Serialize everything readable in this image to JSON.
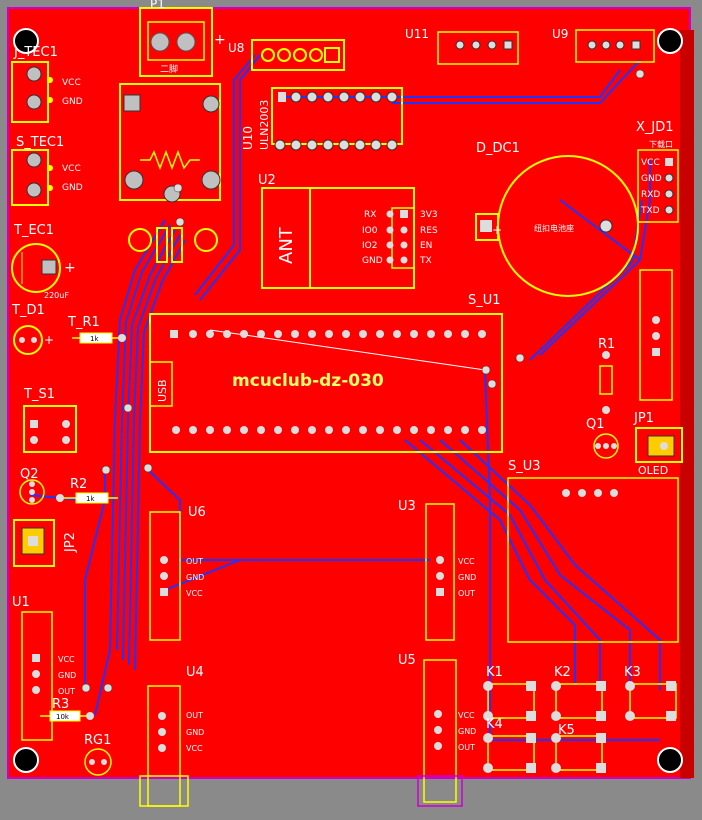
{
  "board": {
    "title": "mcuclub-dz-030",
    "colors": {
      "board": "#ff0000",
      "overlay": "#ffff00",
      "trace": "#2233ff",
      "bg": "#8a8a8a"
    }
  },
  "designators": {
    "p1": "P1",
    "u8": "U8",
    "u11": "U11",
    "u9": "U9",
    "j_tec1": "J_TEC1",
    "s_tec1": "S_TEC1",
    "t_ec1": "T_EC1",
    "u10": "U10",
    "u10_part": "ULN2003",
    "d_dc1": "D_DC1",
    "x_jd1": "X_JD1",
    "u2": "U2",
    "ant": "ANT",
    "t_d1": "T_D1",
    "t_r1": "T_R1",
    "s_u1": "S_U1",
    "usb": "USB",
    "t_s1": "T_S1",
    "r1": "R1",
    "q1": "Q1",
    "jp1": "JP1",
    "oled": "OLED",
    "q2": "Q2",
    "r2": "R2",
    "jp2": "JP2",
    "u6": "U6",
    "u3": "U3",
    "s_u3": "S_U3",
    "u1": "U1",
    "u4": "U4",
    "u5": "U5",
    "k1": "K1",
    "k2": "K2",
    "k3": "K3",
    "k4": "K4",
    "k5": "K5",
    "r3": "R3",
    "rg1": "RG1"
  },
  "pins": {
    "vcc": "VCC",
    "gnd": "GND",
    "rxd": "RXD",
    "txd": "TXD",
    "out": "OUT",
    "rx": "RX",
    "io0": "IO0",
    "io2": "IO2",
    "v33": "3V3",
    "res": "RES",
    "en": "EN",
    "tx": "TX",
    "plus": "+",
    "minus": "−",
    "cap_val": "220uF",
    "r1k": "1k",
    "r10k": "10k",
    "battery": "纽扣电池座",
    "xjd_sub": "下载口",
    "p1_sub": "二脚"
  }
}
